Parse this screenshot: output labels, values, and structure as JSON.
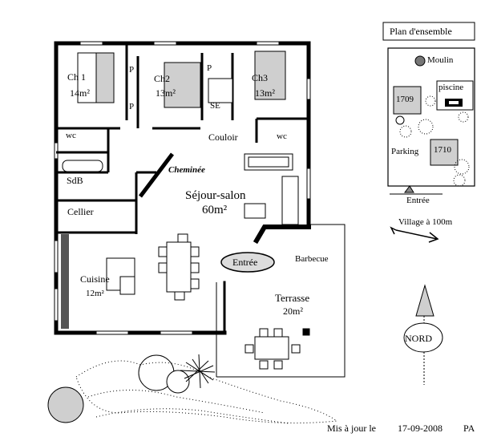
{
  "rooms": {
    "ch1": {
      "name": "Ch 1",
      "area": "14m²"
    },
    "ch2": {
      "name": "Ch2",
      "area": "13m²"
    },
    "ch3": {
      "name": "Ch3",
      "area": "13m²"
    },
    "p": "P",
    "se": "SE",
    "wc": "wc",
    "couloir": "Couloir",
    "sdb": "SdB",
    "cheminee": "Cheminée",
    "sejour": {
      "name": "Séjour-salon",
      "area": "60m²"
    },
    "cellier": "Cellier",
    "entree": "Entrée",
    "barbecue": "Barbecue",
    "cuisine": {
      "name": "Cuisine",
      "area": "12m²"
    },
    "terrasse": {
      "name": "Terrasse",
      "area": "20m²"
    }
  },
  "site_plan": {
    "title": "Plan d'ensemble",
    "moulin": "Moulin",
    "piscine": "piscine",
    "lot1": "1709",
    "lot2": "1710",
    "parking": "Parking",
    "entree": "Entrée",
    "village": "Village à 100m"
  },
  "compass": "NORD",
  "footer": {
    "prefix": "Mis à jour  le",
    "date": "17-09-2008",
    "author": "PA"
  },
  "colors": {
    "wall": "#000000",
    "furniture": "#cfcfcf",
    "background": "#ffffff"
  }
}
